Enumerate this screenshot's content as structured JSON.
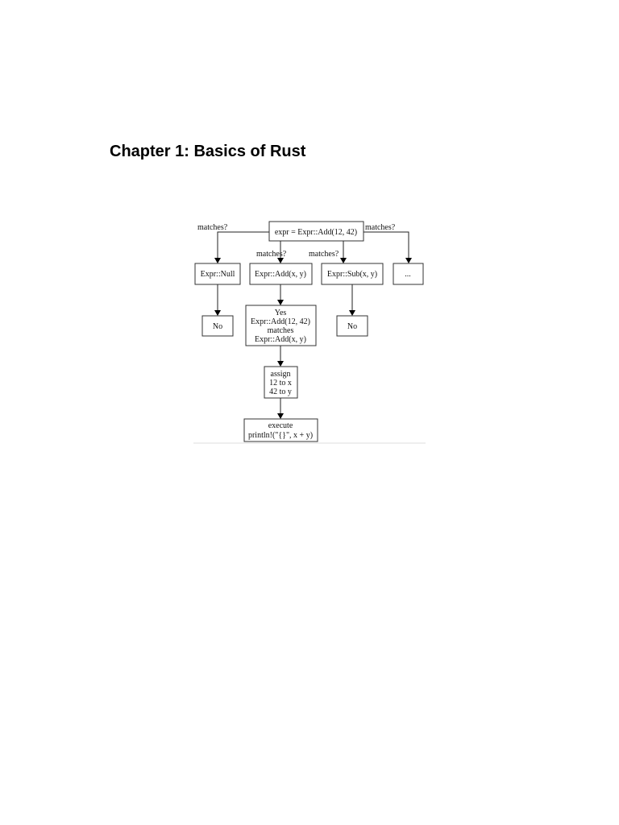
{
  "heading": "Chapter 1: Basics of Rust",
  "diagram": {
    "root": "expr = Expr::Add(12, 42)",
    "edge_labels": {
      "left": "matches?",
      "right": "matches?",
      "center_left": "matches?",
      "center_right": "matches?"
    },
    "patterns": {
      "null": "Expr::Null",
      "add": "Expr::Add(x, y)",
      "sub": "Expr::Sub(x, y)",
      "more": "..."
    },
    "no_left": "No",
    "no_right": "No",
    "yes_box": [
      "Yes",
      "Expr::Add(12, 42)",
      "matches",
      "Expr::Add(x, y)"
    ],
    "assign_box": [
      "assign",
      "12 to x",
      "42 to y"
    ],
    "execute_box": [
      "execute",
      "println!(\"{}\", x + y)"
    ]
  }
}
